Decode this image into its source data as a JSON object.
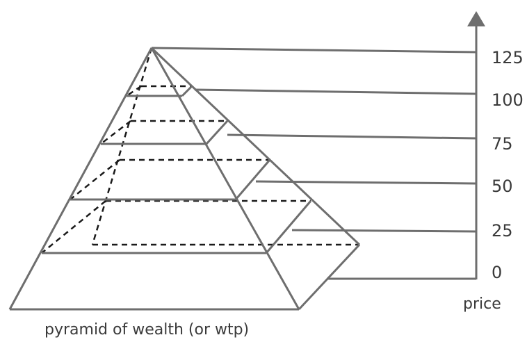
{
  "diagram": {
    "caption": "pyramid of wealth (or wtp)",
    "axis_label": "price",
    "ticks": [
      "125",
      "100",
      "75",
      "50",
      "25",
      "0"
    ],
    "colors": {
      "line": "#6e6e6e",
      "dashed": "#1a1a1a",
      "text": "#3a3a3a"
    }
  }
}
